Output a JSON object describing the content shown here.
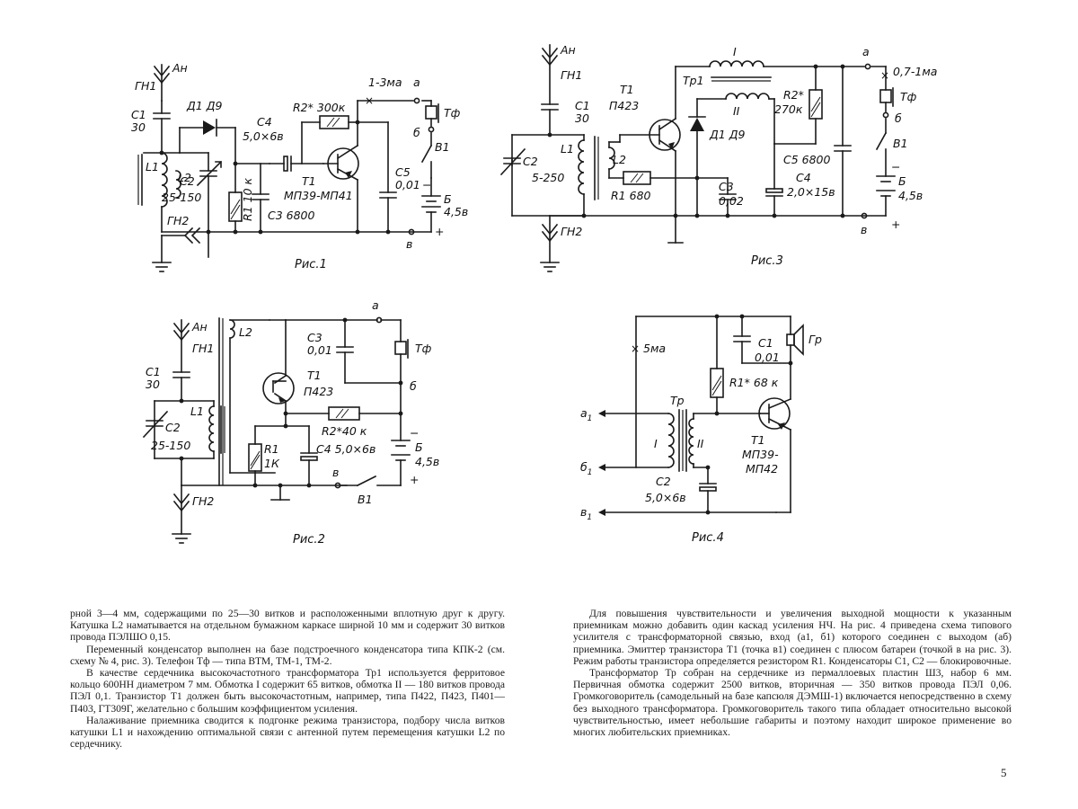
{
  "figures": {
    "fig1": {
      "caption": "Рис.1",
      "labels": {
        "antenna": "Ан",
        "gn1": "ГН1",
        "gn2": "ГН2",
        "c1": "С1",
        "c1_val": "30",
        "d1": "Д1 Д9",
        "l1": "L1",
        "l2": "L2",
        "c2": "С2",
        "c2_val": "25-150",
        "r1": "R1 10 к",
        "c3": "С3 6800",
        "c4": "С4",
        "c4_val": "5,0×6в",
        "r2": "R2* 300к",
        "t1": "Т1",
        "t1_type": "МП39-МП41",
        "c5": "С5",
        "c5_val": "0,01",
        "current": "1-3ма",
        "node_a": "а",
        "node_b": "б",
        "node_v": "в",
        "tf": "Тф",
        "v1": "В1",
        "bat": "Б",
        "bat_val": "4,5в",
        "minus": "−",
        "plus": "+"
      }
    },
    "fig2": {
      "caption": "Рис.2",
      "labels": {
        "antenna": "Ан",
        "gn1": "ГН1",
        "gn2": "ГН2",
        "c1": "С1",
        "c1_val": "30",
        "l1": "L1",
        "l2": "L2",
        "c2": "С2",
        "c2_val": "25-150",
        "c3": "С3",
        "c3_val": "0,01",
        "t1": "Т1",
        "t1_type": "П423",
        "r1": "R1",
        "r1_val": "1К",
        "c4": "С4 5,0×6в",
        "r2": "R2*40 к",
        "node_a": "а",
        "node_b": "б",
        "node_v": "в",
        "tf": "Тф",
        "v1": "В1",
        "bat": "Б",
        "bat_val": "4,5в",
        "minus": "−",
        "plus": "+"
      }
    },
    "fig3": {
      "caption": "Рис.3",
      "labels": {
        "antenna": "Ан",
        "gn1": "ГН1",
        "gn2": "ГН2",
        "c1": "С1",
        "c1_val": "30",
        "c2": "С2",
        "c2_val": "5-250",
        "l1": "L1",
        "l2": "L2",
        "r1": "R1 680",
        "t1": "Т1",
        "t1_type": "П423",
        "tr1": "Тр1",
        "w1": "I",
        "w2": "II",
        "d1": "Д1 Д9",
        "r2": "R2*",
        "r2_val": "270к",
        "c3": "С3",
        "c3_val": "0,02",
        "c5": "С5 6800",
        "c4": "С4",
        "c4_val": "2,0×15в",
        "current": "0,7-1ма",
        "node_a": "а",
        "node_b": "б",
        "node_v": "в",
        "tf": "Тф",
        "v1": "В1",
        "bat": "Б",
        "bat_val": "4,5в",
        "minus": "−",
        "plus": "+"
      }
    },
    "fig4": {
      "caption": "Рис.4",
      "labels": {
        "current": "5ма",
        "c1": "С1",
        "c1_val": "0,01",
        "gr": "Гр",
        "r1": "R1* 68 к",
        "tr": "Тр",
        "w1": "I",
        "w2": "II",
        "t1": "Т1",
        "t1_type_a": "МП39-",
        "t1_type_b": "МП42",
        "c2": "С2",
        "c2_val": "5,0×6в",
        "a1": "а",
        "a1_sub": "1",
        "b1": "б",
        "b1_sub": "1",
        "v1": "в",
        "v1_sub": "1"
      }
    }
  },
  "text": {
    "left": [
      "рной 3—4 мм, содержащими по 25—30 витков и расположенными вплотную друг к другу. Катушка L2 наматывается на отдельном бумажном каркасе ширной 10 мм и содержит 30 витков провода ПЭЛШО 0,15.",
      "Переменный конденсатор выполнен на базе подстроечного конденсатора типа КПК-2 (см. схему № 4, рис. 3). Телефон Тф — типа ВТМ, ТМ-1, ТМ-2.",
      "В качестве сердечника высокочастотного трансформатора Тр1 используется ферритовое кольцо 600НН диаметром 7 мм. Обмотка I содержит 65 витков, обмотка II — 180 витков провода ПЭЛ 0,1. Транзистор Т1 должен быть высокочастотным, например, типа П422, П423, П401—П403, ГТ309Г, желательно с большим коэффициентом усиления.",
      "Налаживание приемника сводится к подгонке режима транзистора, подбору числа витков катушки L1 и нахождению оптимальной связи с антенной путем перемещения катушки L2 по сердечнику."
    ],
    "right": [
      "Для повышения чувствительности и увеличения выходной мощности к указанным приемникам можно добавить один каскад усиления НЧ. На рис. 4 приведена схема типового усилителя с трансформаторной связью, вход (а1, б1) которого соединен с выходом (аб) приемника. Эмиттер транзистора Т1 (точка в1) соединен с плюсом батареи (точкой в на рис. 3). Режим работы транзистора определяется резистором R1. Конденсаторы С1, С2 — блокировочные.",
      "Трансформатор Тр собран на сердечнике из пермаллоевых пластин Ш3, набор 6 мм. Первичная обмотка содержит 2500 витков, вторичная — 350 витков провода ПЭЛ 0,06. Громкоговоритель (самодельный на базе капсюля ДЭМШ-1) включается непосредственно в схему без выходного трансформатора. Громкоговоритель такого типа обладает относительно высокой чувствительностью, имеет небольшие габариты и поэтому находит широкое применение во многих любительских приемниках."
    ],
    "page_number": "5"
  }
}
